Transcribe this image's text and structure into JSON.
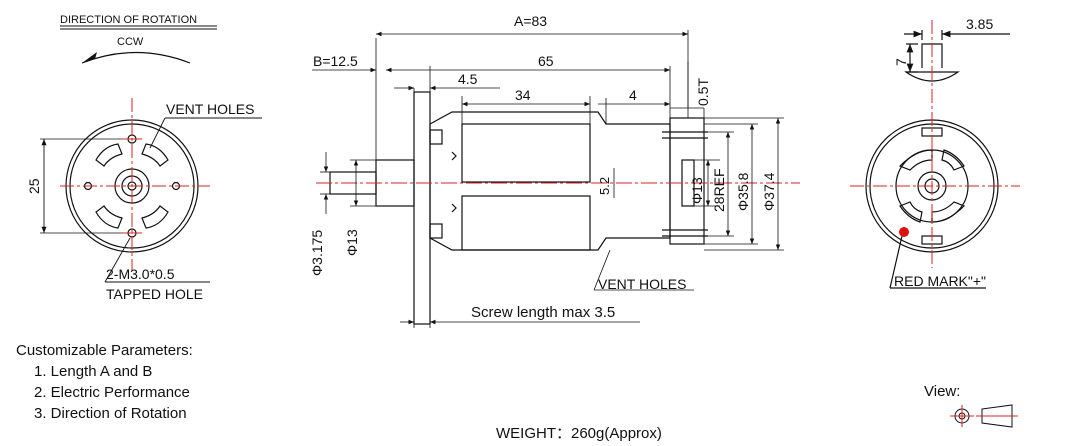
{
  "rotation": {
    "title": "DIRECTION OF ROTATION",
    "ccw": "CCW"
  },
  "front_view": {
    "vent_holes": "VENT HOLES",
    "dim_25": "25",
    "tapped_hole_spec": "2-M3.0*0.5",
    "tapped_hole": "TAPPED HOLE"
  },
  "side_view": {
    "dim_A": "A=83",
    "dim_B": "B=12.5",
    "dim_65": "65",
    "dim_4_5": "4.5",
    "dim_34": "34",
    "dim_4": "4",
    "dim_0_5t": "0.5T",
    "dim_5_2": "5.2",
    "dim_phi13_right": "Φ13",
    "dim_28ref": "28REF",
    "dim_phi35_8": "Φ35.8",
    "dim_phi37_4": "Φ37.4",
    "dim_phi3_175": "Φ3.175",
    "dim_phi13_left": "Φ13",
    "vent_holes": "VENT HOLES",
    "screw_length": "Screw length max 3.5"
  },
  "rear_view": {
    "dim_3_85": "3.85",
    "dim_7": "7",
    "red_mark": "RED MARK\"+\"",
    "red_mark_color": "#dd1111"
  },
  "parameters": {
    "title": "Customizable Parameters:",
    "items": [
      "1. Length A and B",
      "2. Electric Performance",
      "3. Direction of Rotation"
    ]
  },
  "weight": "WEIGHT：260g(Approx)",
  "view_label": "View:"
}
